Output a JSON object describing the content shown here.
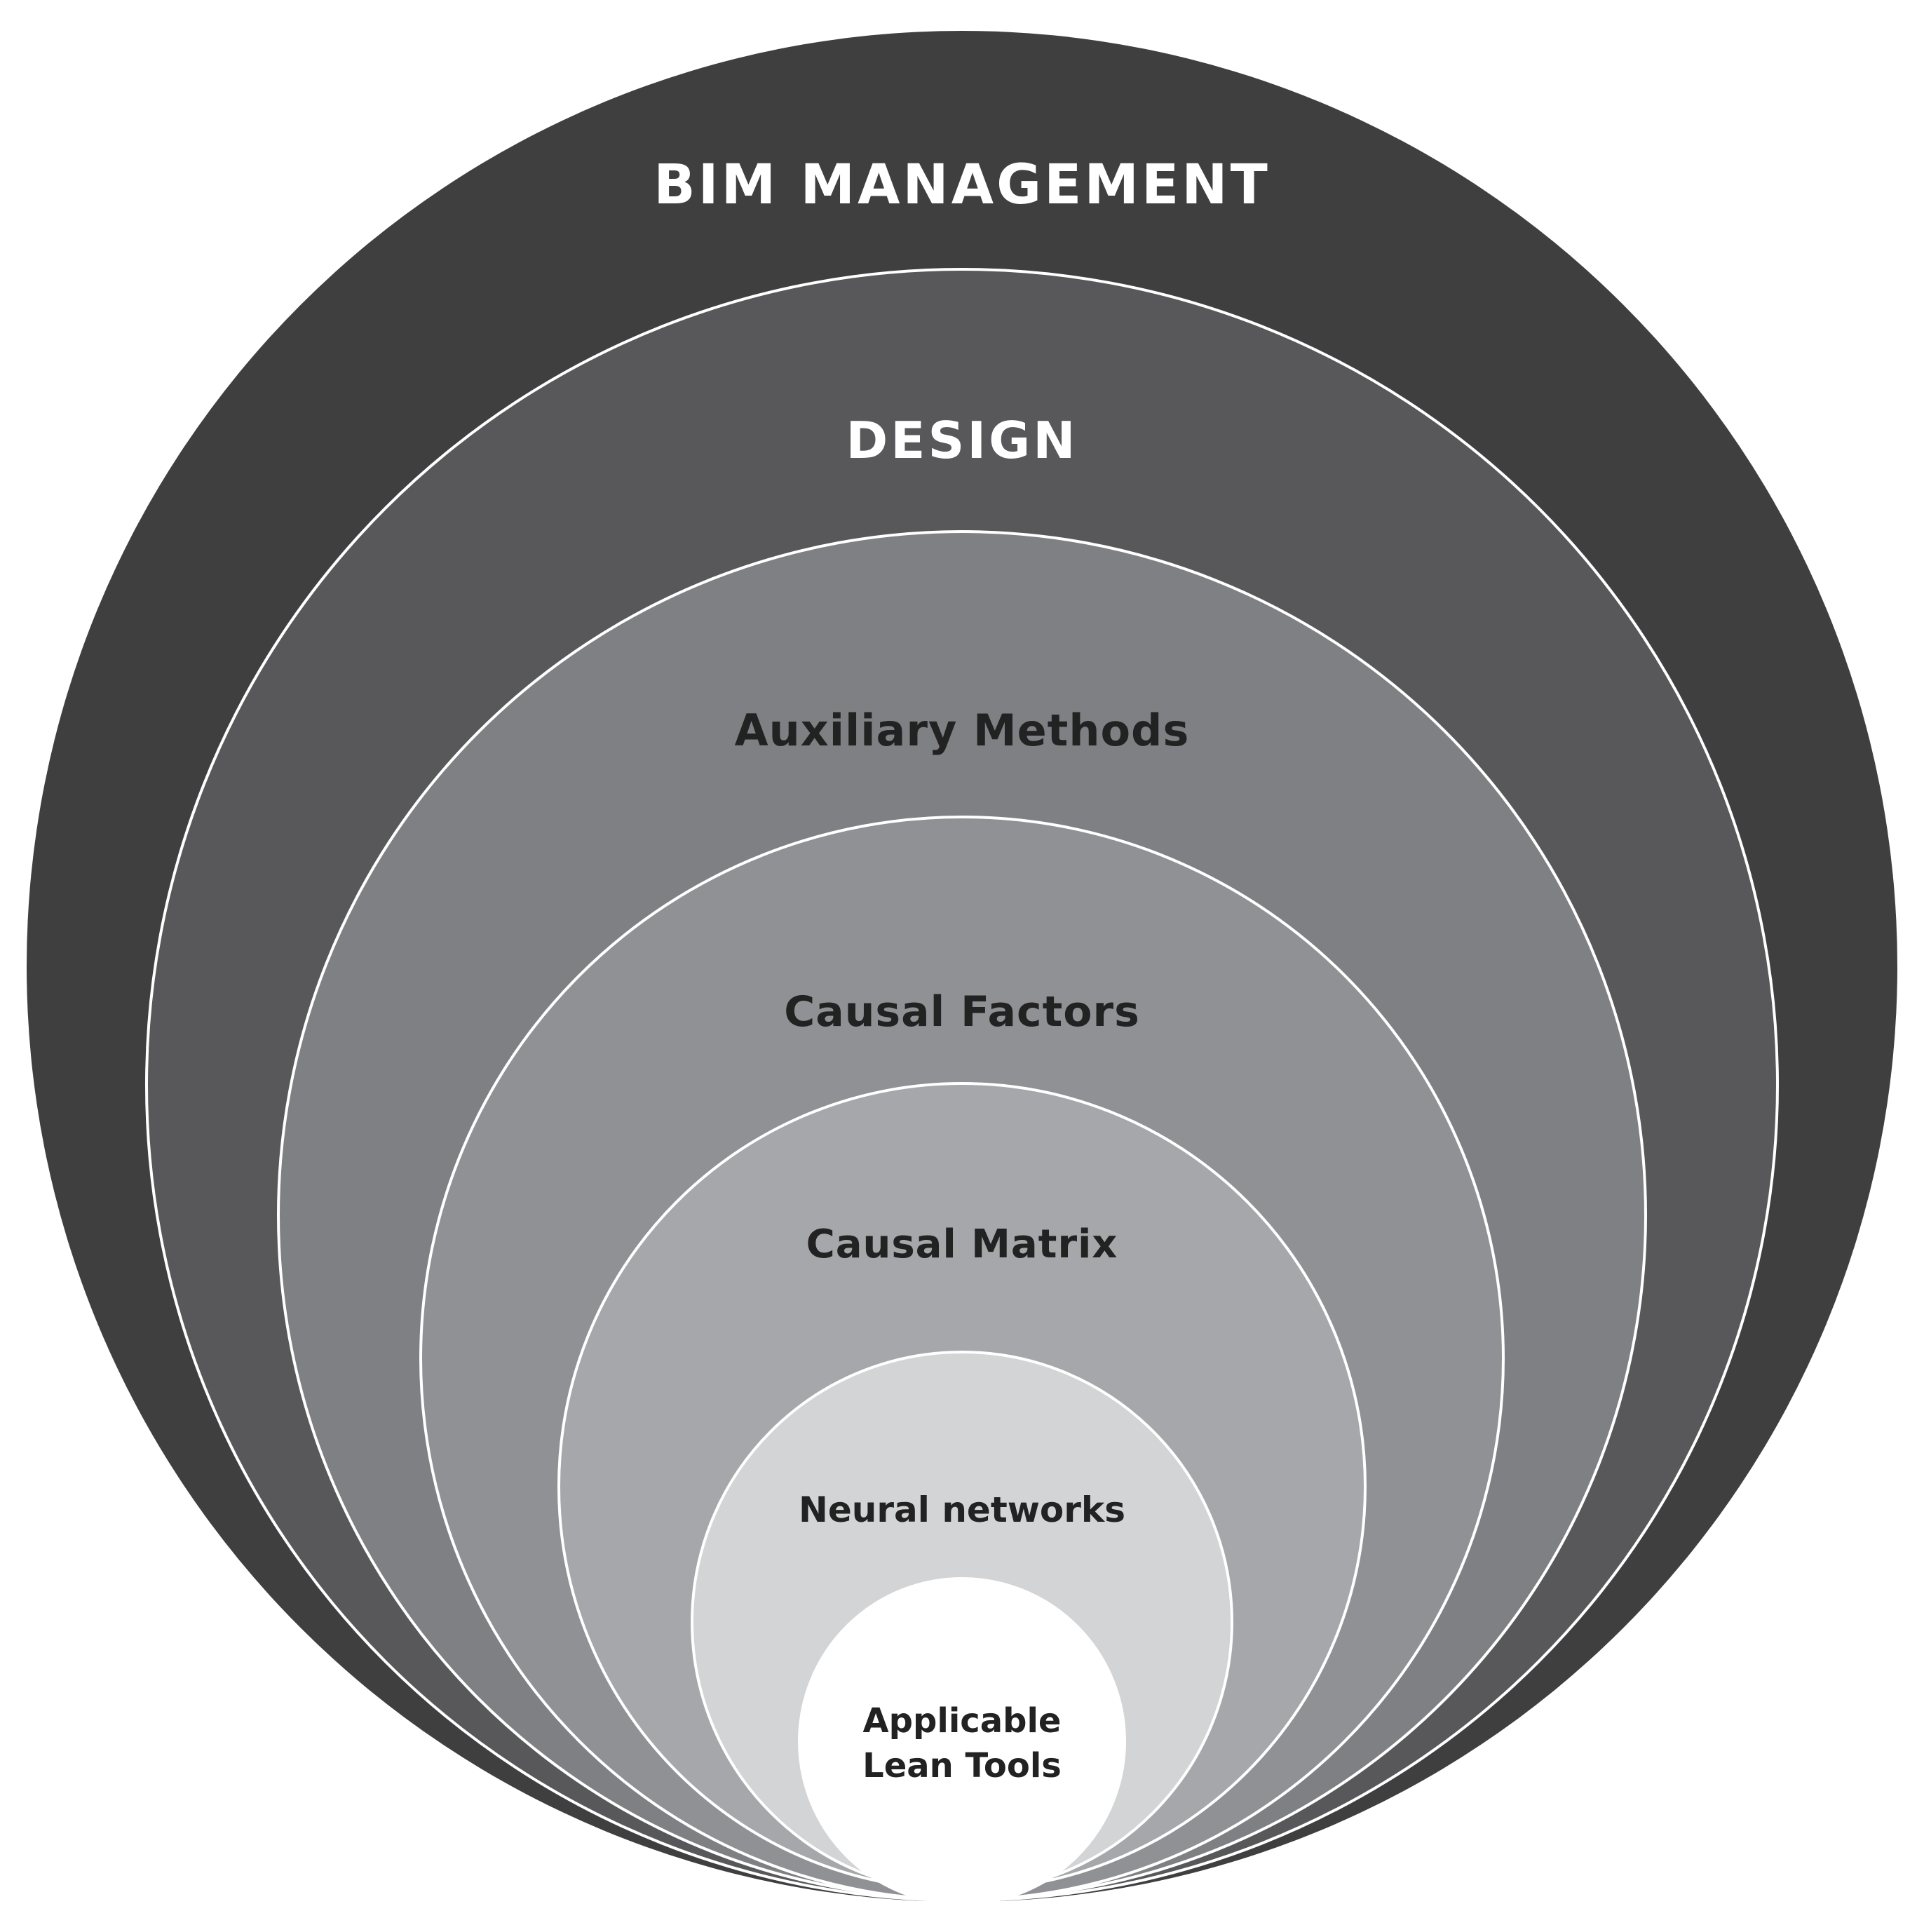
{
  "diagram": {
    "layers": [
      {
        "label_lines": [
          "BIM MANAGEMENT"
        ],
        "fill": "#3f3f40",
        "text_color": "#ffffff"
      },
      {
        "label_lines": [
          "DESIGN"
        ],
        "fill": "#58585a",
        "text_color": "#ffffff"
      },
      {
        "label_lines": [
          "Auxiliary Methods"
        ],
        "fill": "#7f8083",
        "text_color": "#222222"
      },
      {
        "label_lines": [
          "Causal Factors"
        ],
        "fill": "#909194",
        "text_color": "#222222"
      },
      {
        "label_lines": [
          "Causal Matrix"
        ],
        "fill": "#a6a7aa",
        "text_color": "#222222"
      },
      {
        "label_lines": [
          "Neural networks"
        ],
        "fill": "#d3d4d6",
        "text_color": "#222222"
      },
      {
        "label_lines": [
          "Applicable",
          "Lean Tools"
        ],
        "fill": "#ffffff",
        "text_color": "#222222"
      }
    ],
    "ring_stroke": "#ffffff"
  }
}
